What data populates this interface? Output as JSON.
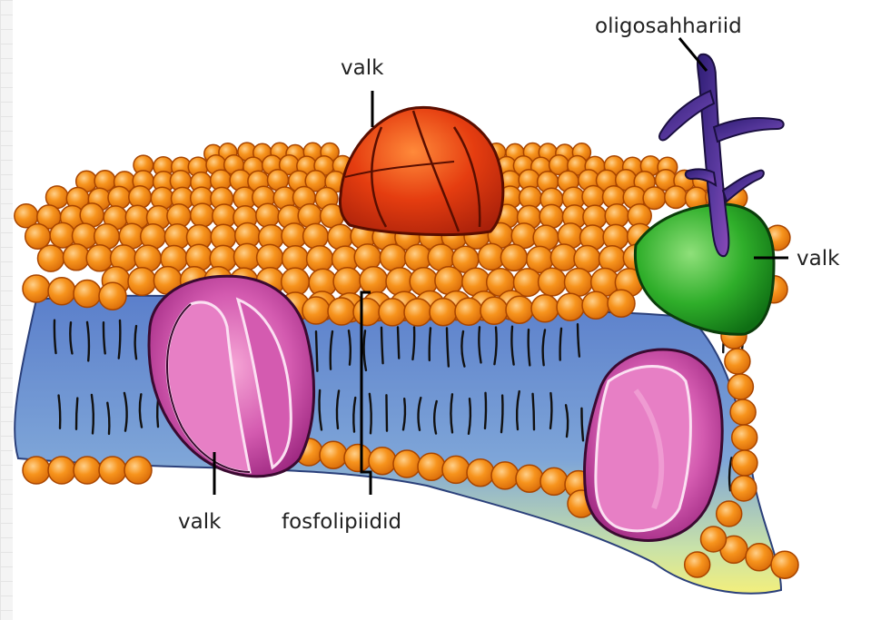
{
  "labels": {
    "oligosaccharide": "oligosahhariid",
    "protein_top": "valk",
    "protein_right": "valk",
    "protein_bottom": "valk",
    "phospholipids": "fosfolipiidid"
  },
  "colors": {
    "phospholipid_head": "#f7941d",
    "phospholipid_outline": "#b34a00",
    "protein_red": "#e53d10",
    "protein_green": "#2fae2a",
    "protein_magenta": "#c2409b",
    "oligosaccharide": "#4a2a8a",
    "membrane_blue": "#6f8fd0",
    "membrane_yellow": "#f2ef7a"
  }
}
